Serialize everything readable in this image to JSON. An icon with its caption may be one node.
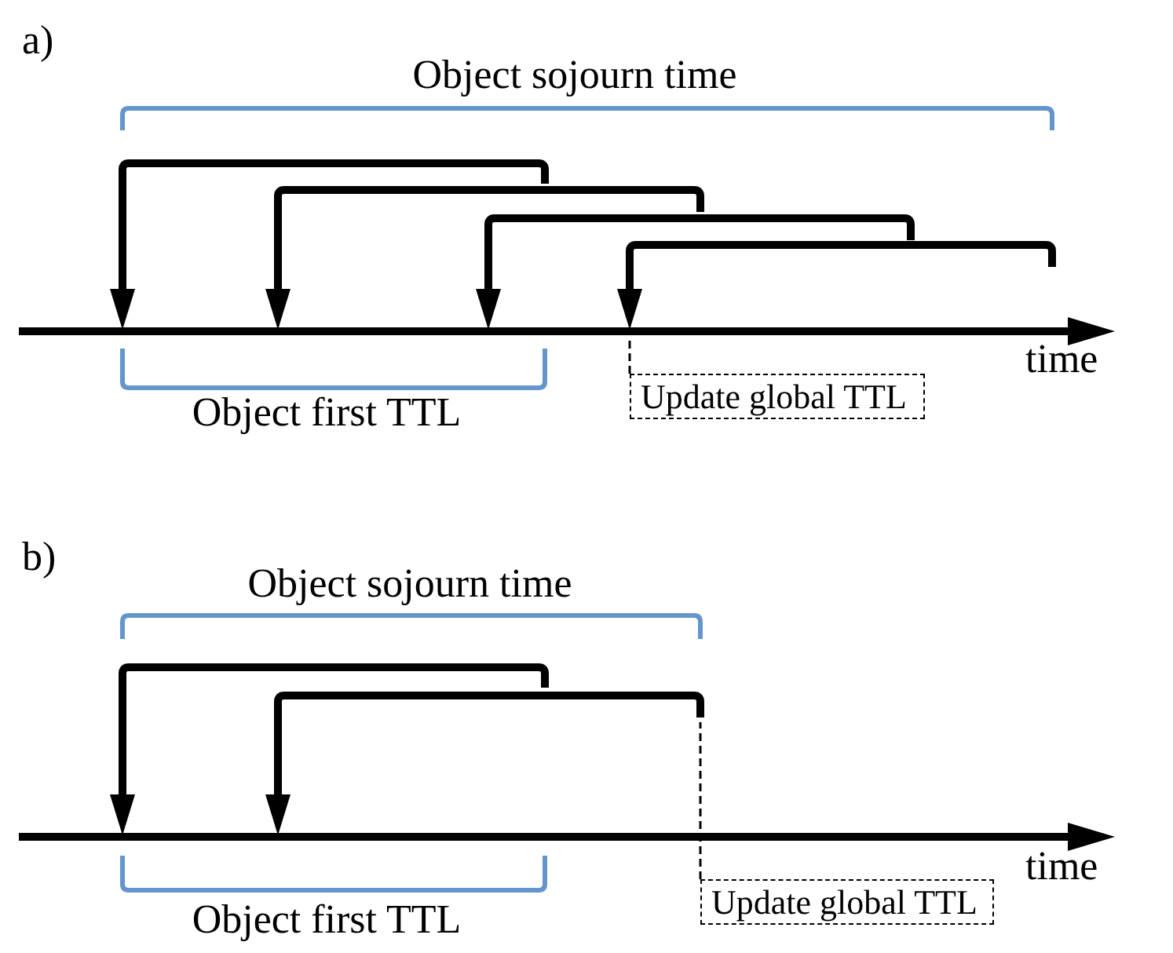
{
  "diagram": {
    "nodes": [
      {
        "text": [
          "Update global TTL"
        ]
      },
      {
        "text": [
          "Update global TTL"
        ]
      }
    ],
    "edges": [
      {
        "from": 0,
        "to": null,
        "arrow": "none",
        "style": "dashed"
      },
      {
        "from": 1,
        "to": null,
        "arrow": "none",
        "style": "dashed"
      }
    ],
    "labels": [
      "a)",
      "Object sojourn time",
      "time",
      "Object first TTL",
      "b)",
      "Object sojourn time",
      "time",
      "Object first TTL"
    ]
  }
}
